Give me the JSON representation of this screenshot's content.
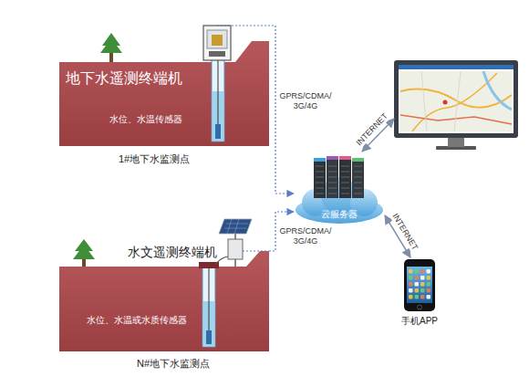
{
  "diagram": {
    "nodes": [
      {
        "text": [
          "地下水遥测终端机",
          "水位、水温传感器",
          "1#地下水监测点"
        ]
      },
      {
        "text": [
          "水文遥测终端机",
          "水位、水温或水质传感器",
          "N#地下水监测点"
        ]
      },
      {
        "text": [
          "云服务器"
        ]
      },
      {
        "text": [
          "手机APP"
        ]
      }
    ],
    "edges": [
      {
        "from": 0,
        "to": 2,
        "arrow": "to",
        "label": "GPRS/CDMA/ 3G/4G"
      },
      {
        "from": 1,
        "to": 2,
        "arrow": "to",
        "label": "GPRS/CDMA/ 3G/4G"
      },
      {
        "from": 2,
        "to": 3,
        "arrow": "both",
        "label": "INTERNET"
      }
    ],
    "labels": [
      "INTERNET"
    ]
  }
}
